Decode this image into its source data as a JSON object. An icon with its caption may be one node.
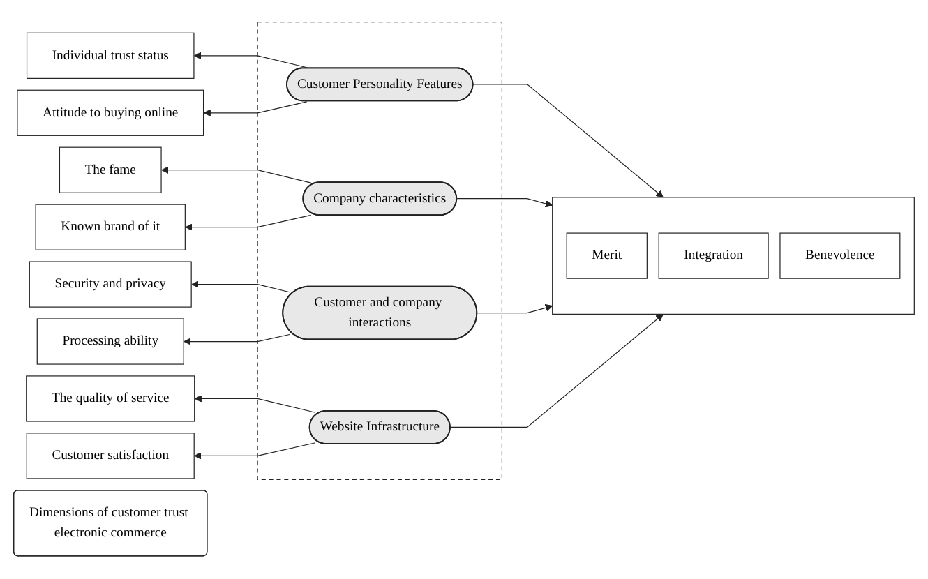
{
  "diagram": {
    "nodes": [
      {
        "text": [
          "Individual trust status"
        ]
      },
      {
        "text": [
          "Attitude to buying online"
        ]
      },
      {
        "text": [
          "The fame"
        ]
      },
      {
        "text": [
          "Known brand of it"
        ]
      },
      {
        "text": [
          "Security and privacy"
        ]
      },
      {
        "text": [
          "Processing ability"
        ]
      },
      {
        "text": [
          "The quality of service"
        ]
      },
      {
        "text": [
          "Customer satisfaction"
        ]
      },
      {
        "text": [],
        "shape": "box"
      },
      {
        "text": [
          "Customer Personality Features"
        ],
        "in": 8
      },
      {
        "text": [
          "Company characteristics"
        ],
        "in": 8
      },
      {
        "text": [
          "Customer and company interactions"
        ],
        "in": 8
      },
      {
        "text": [
          "Website Infrastructure"
        ],
        "in": 8
      },
      {
        "text": [
          "Dimensions of customer trust electronic commerce"
        ]
      },
      {
        "text": [],
        "shape": "box"
      },
      {
        "text": [
          "Merit"
        ],
        "in": 14
      },
      {
        "text": [
          "Integration"
        ],
        "in": 14
      },
      {
        "text": [
          "Benevolence"
        ],
        "in": 14
      }
    ],
    "edges": [
      {
        "from": 9,
        "to": 0,
        "arrow": "to"
      },
      {
        "from": 9,
        "to": 1,
        "arrow": "to"
      },
      {
        "from": 10,
        "to": 2,
        "arrow": "to"
      },
      {
        "from": 10,
        "to": 3,
        "arrow": "to"
      },
      {
        "from": 11,
        "to": 4,
        "arrow": "to"
      },
      {
        "from": 11,
        "to": 5,
        "arrow": "to"
      },
      {
        "from": 12,
        "to": 6,
        "arrow": "to"
      },
      {
        "from": 12,
        "to": 7,
        "arrow": "to"
      },
      {
        "from": 9,
        "to": 14,
        "arrow": "to"
      },
      {
        "from": 10,
        "to": 14,
        "arrow": "to"
      },
      {
        "from": 11,
        "to": 14,
        "arrow": "to"
      },
      {
        "from": 12,
        "to": 14,
        "arrow": "to"
      }
    ]
  }
}
